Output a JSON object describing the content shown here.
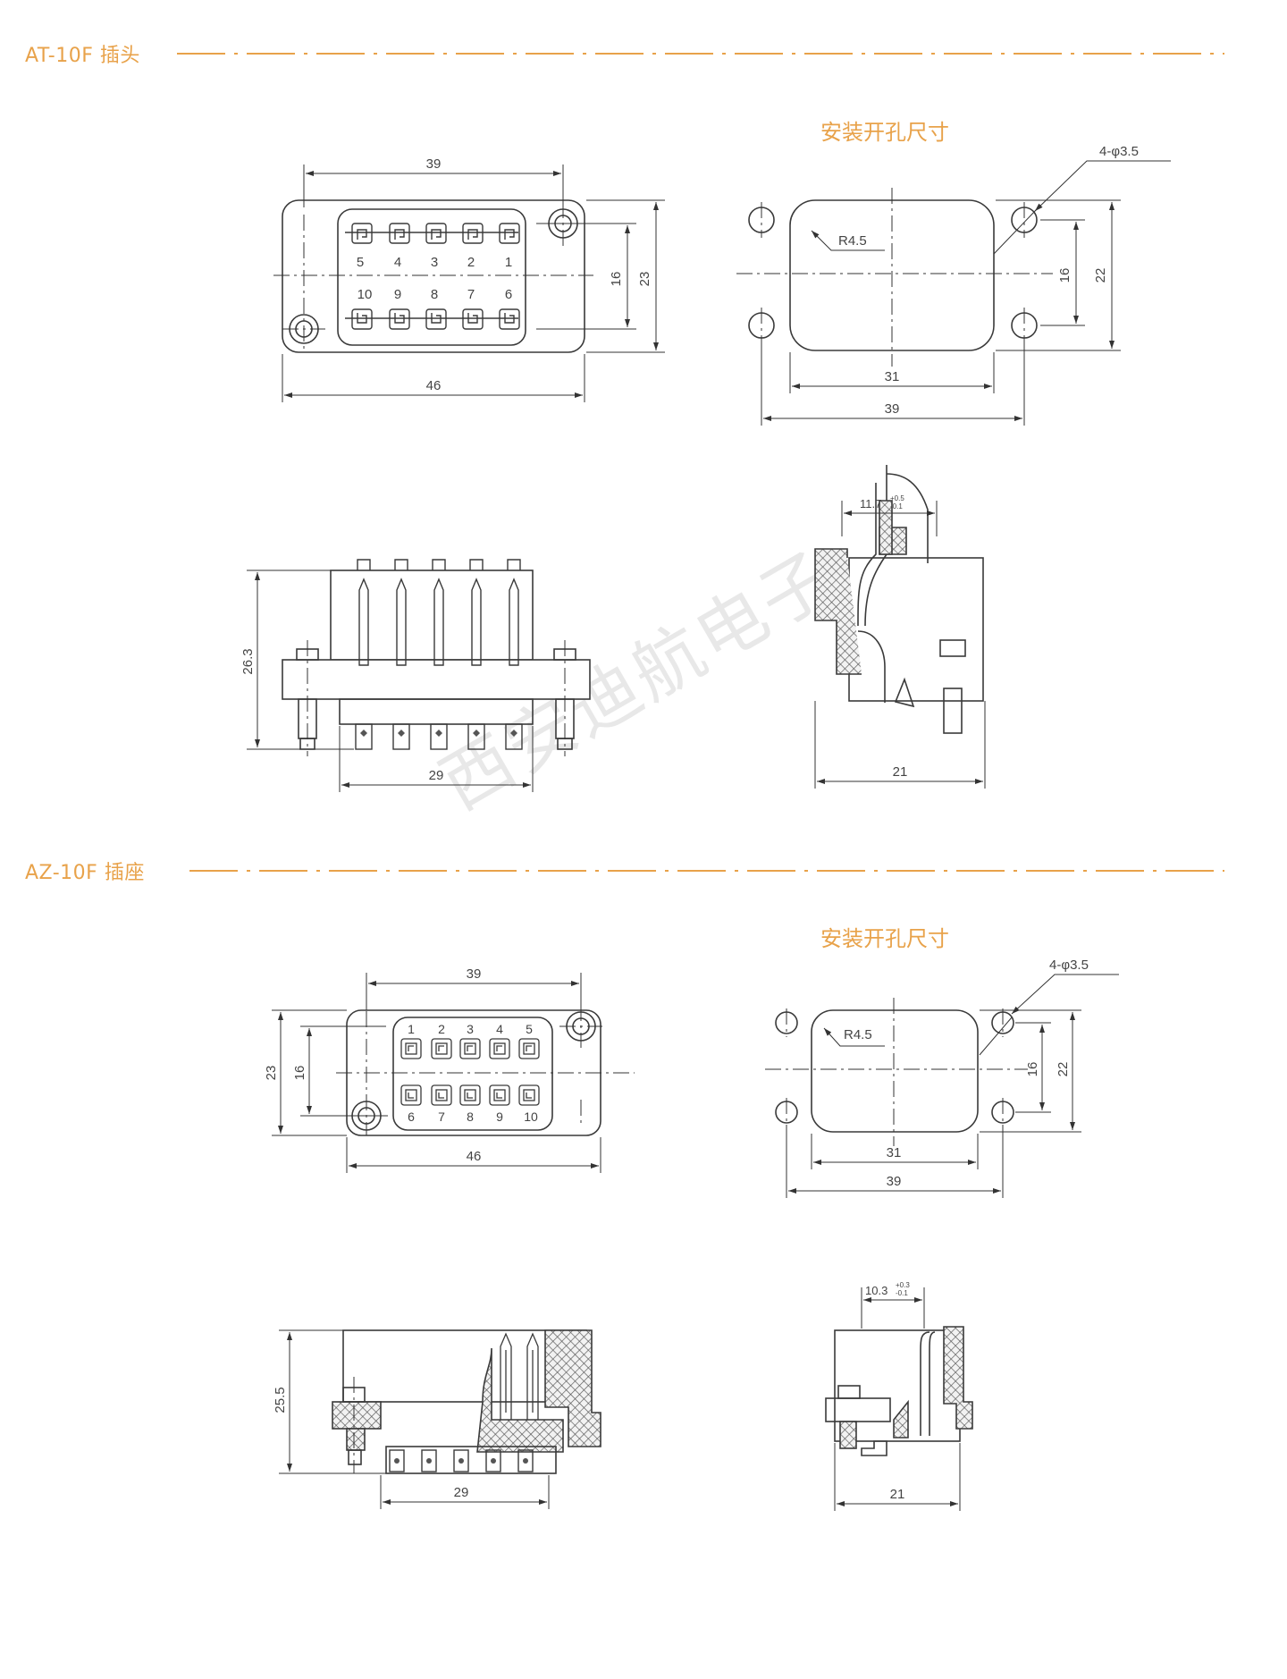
{
  "section1": {
    "title": "AT-10F 插头"
  },
  "section2": {
    "title": "AZ-10F 插座"
  },
  "cutout_label": "安装开孔尺寸",
  "watermark": "西安迪航电子",
  "accent_color": "#e8a24a",
  "line_color": "#3a3a3a",
  "plug_front": {
    "dim_top": "39",
    "dim_bottom": "46",
    "dim_inner_h": "16",
    "dim_outer_h": "23",
    "pins_top": [
      "5",
      "4",
      "3",
      "2",
      "1"
    ],
    "pins_bottom": [
      "10",
      "9",
      "8",
      "7",
      "6"
    ]
  },
  "plug_cutout": {
    "holes": "4-φ3.5",
    "radius": "R4.5",
    "dim_inner_w": "31",
    "dim_outer_w": "39",
    "dim_inner_h": "16",
    "dim_outer_h": "22"
  },
  "plug_side": {
    "dim_height": "26.3",
    "dim_width": "29"
  },
  "plug_profile": {
    "dim_top": "11.7",
    "tol_upper": "+0.5",
    "tol_lower": "-0.1",
    "dim_width": "21"
  },
  "socket_front": {
    "dim_top": "39",
    "dim_bottom": "46",
    "dim_outer_h": "23",
    "dim_inner_h": "16",
    "pins_top": [
      "1",
      "2",
      "3",
      "4",
      "5"
    ],
    "pins_bottom": [
      "6",
      "7",
      "8",
      "9",
      "10"
    ]
  },
  "socket_cutout": {
    "holes": "4-φ3.5",
    "radius": "R4.5",
    "dim_inner_w": "31",
    "dim_outer_w": "39",
    "dim_inner_h": "16",
    "dim_outer_h": "22"
  },
  "socket_side": {
    "dim_height": "25.5",
    "dim_width": "29"
  },
  "socket_profile": {
    "dim_top": "10.3",
    "tol_upper": "+0.3",
    "tol_lower": "-0.1",
    "dim_width": "21"
  }
}
